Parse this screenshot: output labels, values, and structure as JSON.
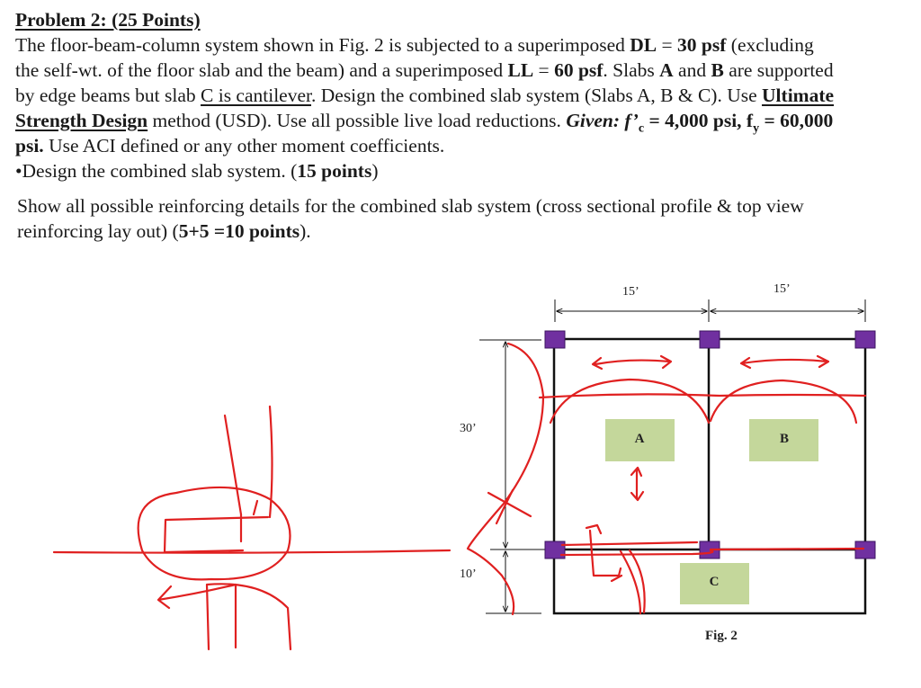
{
  "problem": {
    "heading": "Problem 2: (25 Points)",
    "line1_a": "The floor-beam-column system shown in Fig. 2 is subjected to a superimposed ",
    "line1_b": "DL",
    "line1_c": " = ",
    "line1_d": "30 psf",
    "line1_e": " (excluding",
    "line2_a": "the self-wt. of the floor slab and the beam) and a superimposed ",
    "line2_b": "LL",
    "line2_c": " = ",
    "line2_d": "60 psf",
    "line2_e": ". Slabs ",
    "line2_f": "A",
    "line2_g": " and ",
    "line2_h": "B",
    "line2_i": " are supported",
    "line3_a": "by edge beams but slab ",
    "line3_b": "C is cantilever",
    "line3_c": ". Design the combined slab system (Slabs A, B & C). Use ",
    "line3_d": "Ultimate",
    "line4_a": "Strength Design",
    "line4_b": " method (USD). Use all possible live load reductions. ",
    "line4_c": "Given: f’",
    "line4_c_sub": "c",
    "line4_d": " = 4,000 psi, f",
    "line4_d_sub": "y",
    "line4_e": " = 60,000",
    "line5_a": "psi.",
    "line5_b": " Use ACI defined or any other moment coefficients.",
    "line6_a": "•Design the combined slab system. (",
    "line6_b": "15 points",
    "line6_c": ")"
  },
  "details": {
    "line1": "Show all possible reinforcing details for the combined slab system (cross sectional profile & top view",
    "line2_a": "reinforcing lay out) (",
    "line2_b": "5+5 =10 points",
    "line2_c": ")."
  },
  "figure": {
    "dim_top_left": "15’",
    "dim_top_right": "15’",
    "dim_left_upper": "30’",
    "dim_left_lower": "10’",
    "slab_a": "A",
    "slab_b": "B",
    "slab_c": "C",
    "caption": "Fig. 2",
    "colors": {
      "column": "#7030a0",
      "slab_label_bg": "#c4d79b",
      "sketch": "#e02020",
      "line": "#111111"
    }
  }
}
